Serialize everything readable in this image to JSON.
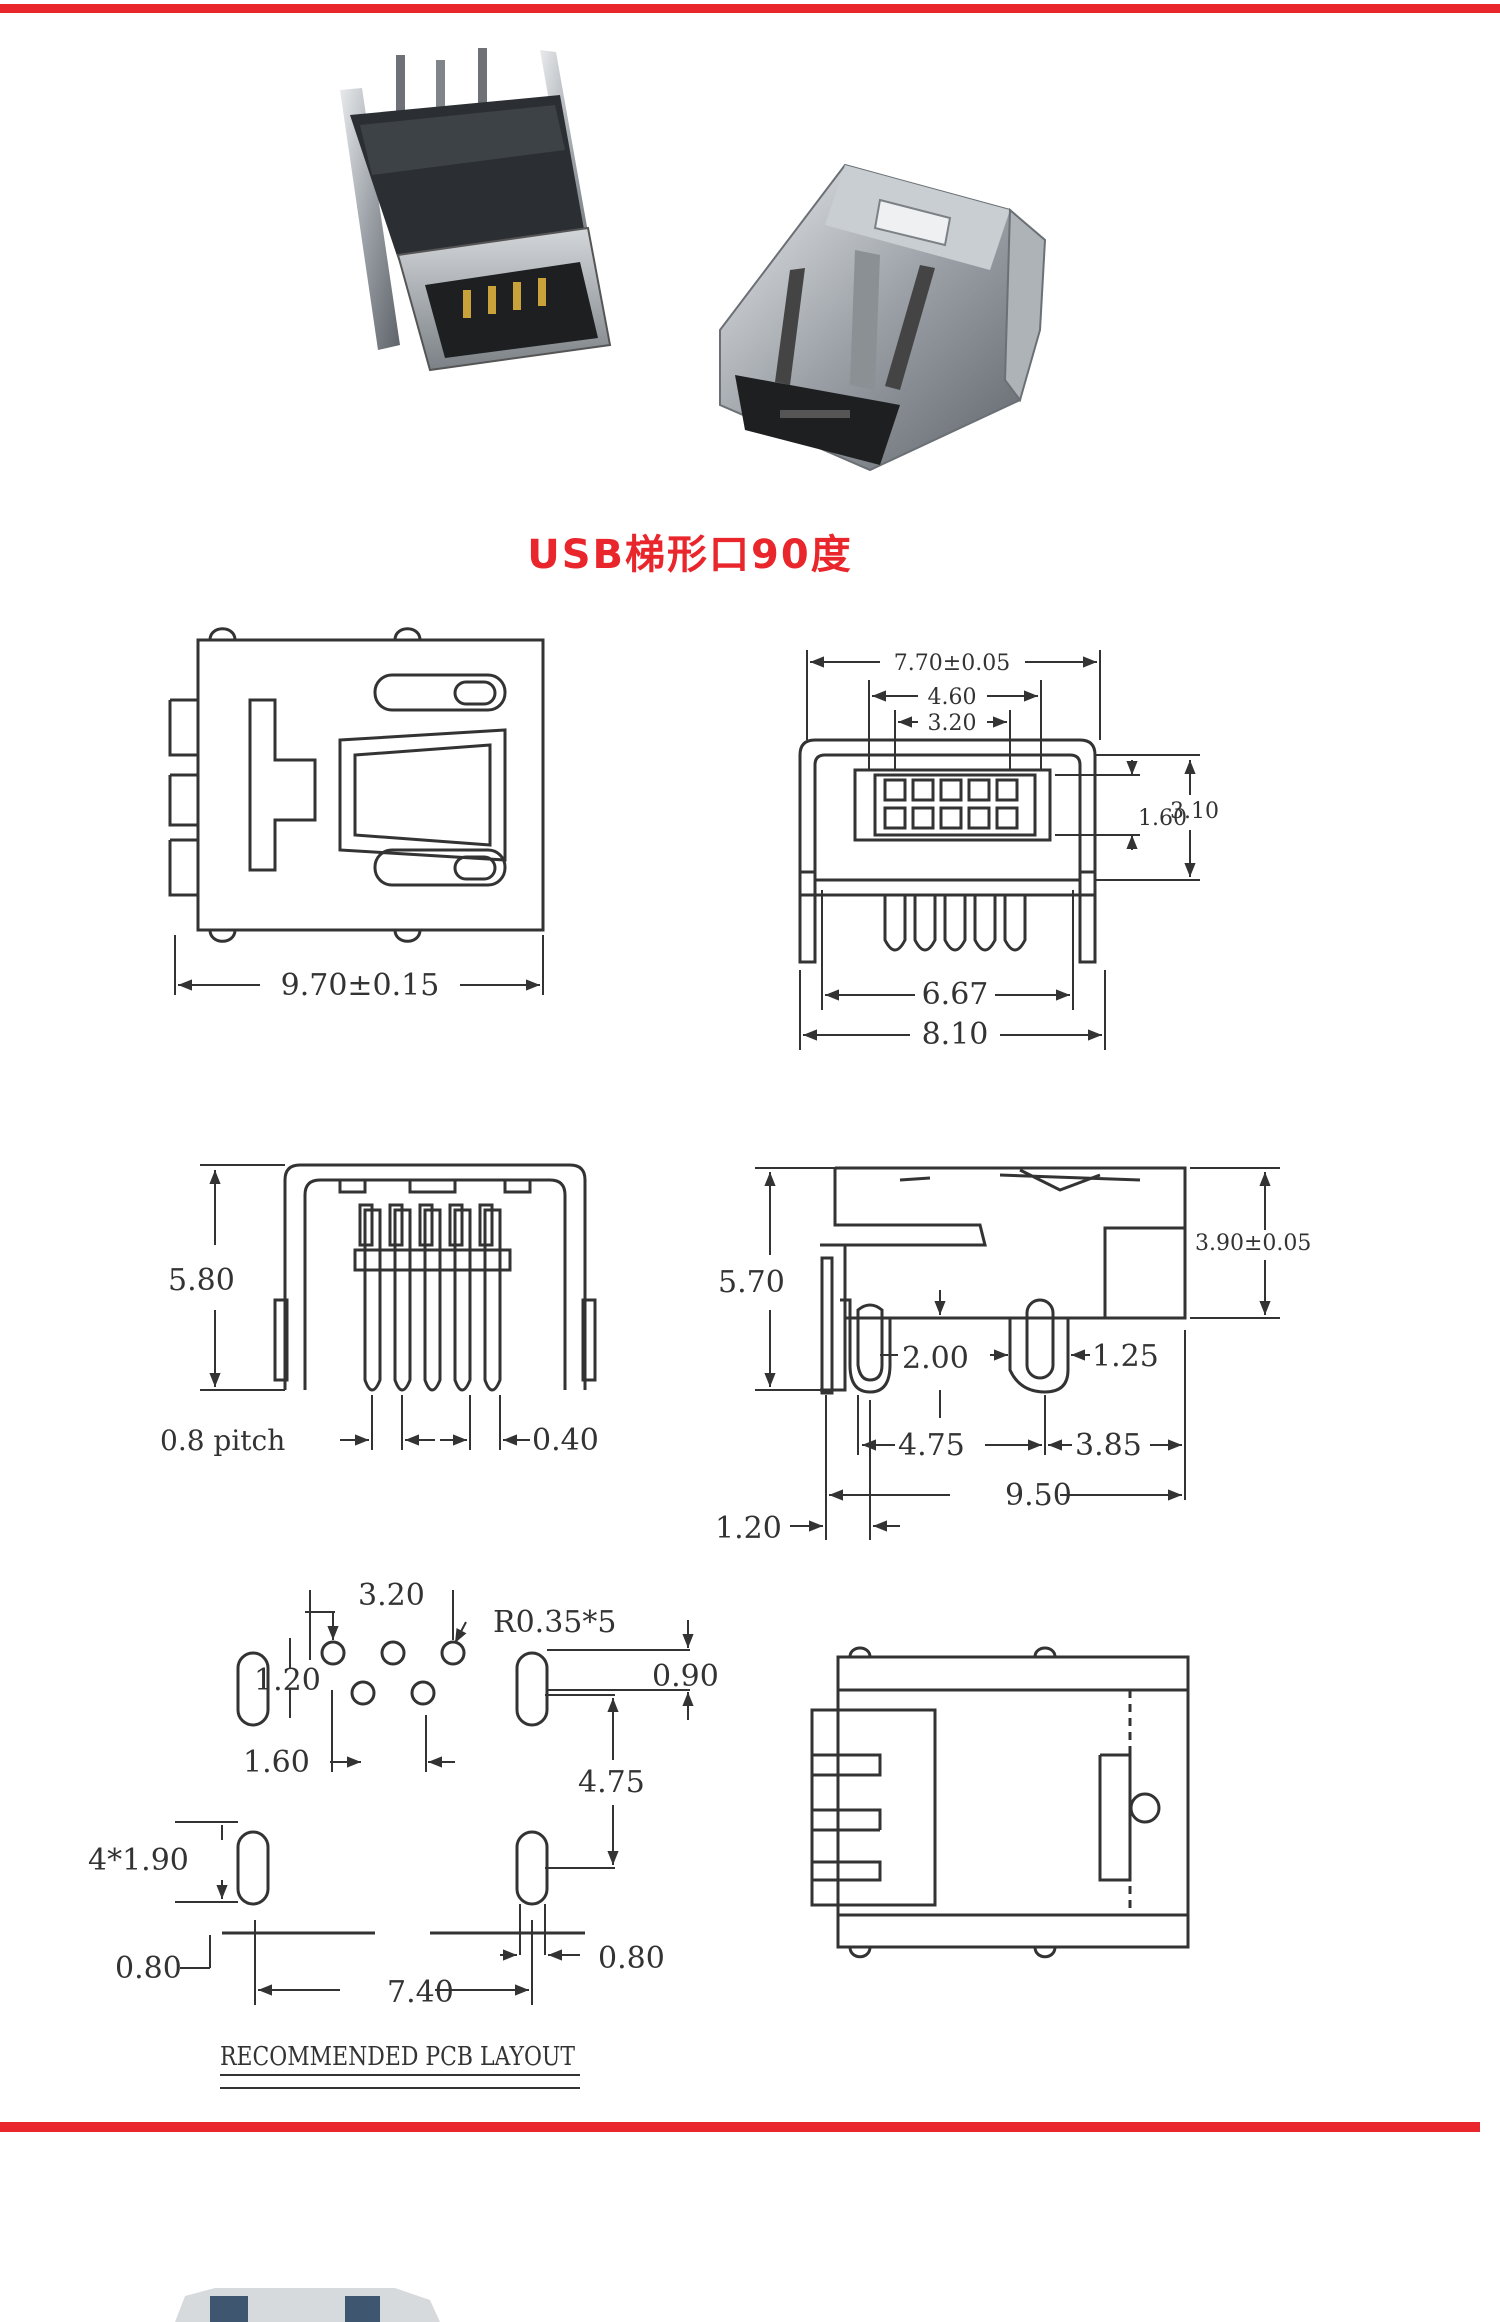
{
  "title": "USB梯形口90度",
  "colors": {
    "rule": "#e8262b",
    "title": "#e8262b",
    "line": "#3a3a3a",
    "metal": "#9aa0a6",
    "dark": "#2b2f33",
    "gold": "#c9a23a"
  },
  "photos": {
    "left": {
      "name": "connector-photo-black"
    },
    "right": {
      "name": "connector-photo-silver"
    }
  },
  "drawings": {
    "top_view": {
      "dim_width": "9.70±0.15"
    },
    "front_view": {
      "dim_top": "7.70±0.05",
      "dim_460": "4.60",
      "dim_320": "3.20",
      "dim_160": "1.60",
      "dim_310": "3.10",
      "dim_667": "6.67",
      "dim_810": "8.10"
    },
    "rear_view": {
      "dim_height": "5.80",
      "pitch": "0.8 pitch",
      "pin_width": "0.40"
    },
    "side_view": {
      "dim_390": "3.90±0.05",
      "dim_570": "5.70",
      "dim_200": "2.00",
      "dim_125": "1.25",
      "dim_475": "4.75",
      "dim_385": "3.85",
      "dim_950": "9.50",
      "dim_120": "1.20"
    },
    "pcb_layout": {
      "dim_320": "3.20",
      "radius": "R0.35*5",
      "dim_120": "1.20",
      "dim_090": "0.90",
      "dim_160": "1.60",
      "dim_475": "4.75",
      "slot": "4*1.90",
      "dim_080_left": "0.80",
      "dim_080_right": "0.80",
      "dim_740": "7.40",
      "caption": "RECOMMENDED PCB LAYOUT"
    }
  }
}
